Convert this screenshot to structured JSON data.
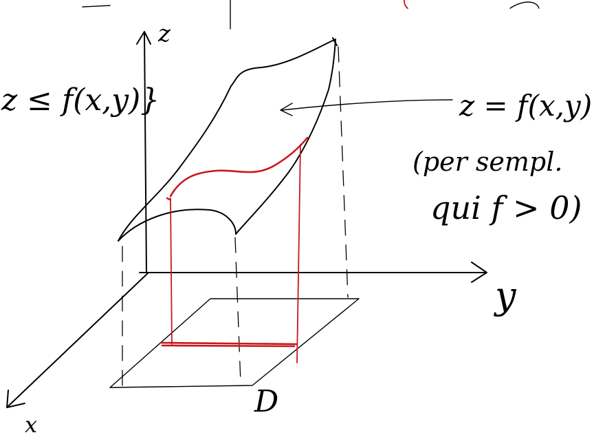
{
  "colors": {
    "ink": "#000000",
    "highlight": "#c8161b",
    "background": "#ffffff"
  },
  "axes": {
    "z_label": "z",
    "y_label": "y",
    "x_label": "x"
  },
  "annotations": {
    "region_condition": "z ≤ f(x,y)}",
    "surface_label": "z = f(x,y)",
    "note_line1": "(per sempl.",
    "note_line2": "qui f > 0)",
    "domain_label": "D"
  }
}
